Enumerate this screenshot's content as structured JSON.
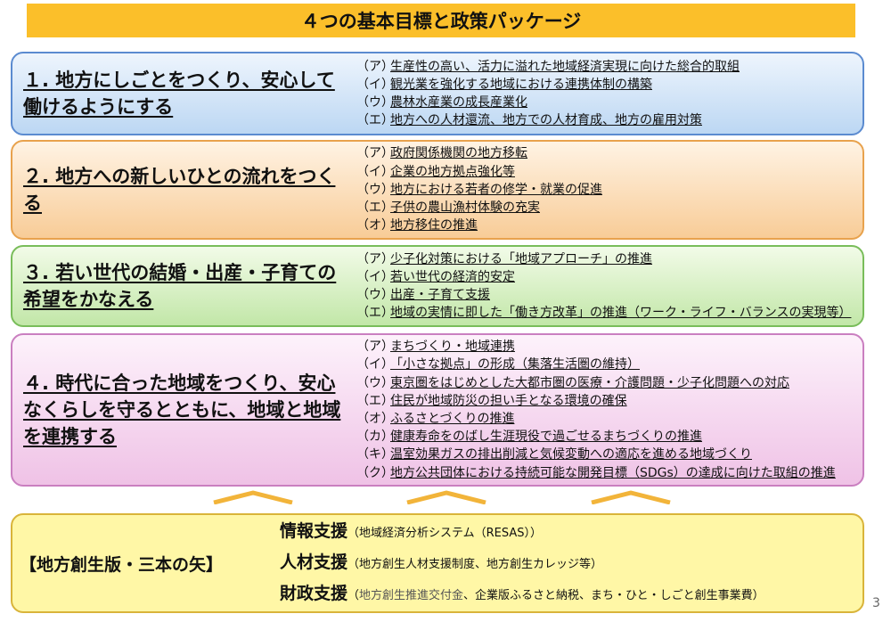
{
  "title": "４つの基本目標と政策パッケージ",
  "goals": [
    {
      "title": "１. 地方にしごとをつくり、安心して働けるようにする",
      "items": [
        {
          "mark": "（ア）",
          "text": "生産性の高い、活力に溢れた地域経済実現に向けた総合的取組"
        },
        {
          "mark": "（イ）",
          "text": "観光業を強化する地域における連携体制の構築"
        },
        {
          "mark": "（ウ）",
          "text": "農林水産業の成長産業化"
        },
        {
          "mark": "（エ）",
          "text": "地方への人材還流、地方での人材育成、地方の雇用対策"
        }
      ]
    },
    {
      "title": "２. 地方への新しいひとの流れをつくる",
      "items": [
        {
          "mark": "（ア）",
          "text": "政府関係機関の地方移転"
        },
        {
          "mark": "（イ）",
          "text": "企業の地方拠点強化等"
        },
        {
          "mark": "（ウ）",
          "text": "地方における若者の修学・就業の促進"
        },
        {
          "mark": "（エ）",
          "text": "子供の農山漁村体験の充実"
        },
        {
          "mark": "（オ）",
          "text": "地方移住の推進"
        }
      ]
    },
    {
      "title": "３. 若い世代の結婚・出産・子育ての希望をかなえる",
      "items": [
        {
          "mark": "（ア）",
          "text": "少子化対策における「地域アプローチ」の推進"
        },
        {
          "mark": "（イ）",
          "text": "若い世代の経済的安定"
        },
        {
          "mark": "（ウ）",
          "text": "出産・子育て支援"
        },
        {
          "mark": "（エ）",
          "text": "地域の実情に即した「働き方改革」の推進（ワーク・ライフ・バランスの実現等）"
        }
      ]
    },
    {
      "title": "４. 時代に合った地域をつくり、安心なくらしを守るとともに、地域と地域を連携する",
      "items": [
        {
          "mark": "（ア）",
          "text": "まちづくり・地域連携"
        },
        {
          "mark": "（イ）",
          "text": "「小さな拠点」の形成（集落生活圏の維持）"
        },
        {
          "mark": "（ウ）",
          "text": "東京圏をはじめとした大都市圏の医療・介護問題・少子化問題への対応"
        },
        {
          "mark": "（エ）",
          "text": "住民が地域防災の担い手となる環境の確保"
        },
        {
          "mark": "（オ）",
          "text": "ふるさとづくりの推進"
        },
        {
          "mark": "（カ）",
          "text": "健康寿命をのばし生涯現役で過ごせるまちづくりの推進"
        },
        {
          "mark": "（キ）",
          "text": "温室効果ガスの排出削減と気候変動への適応を進める地域づくり"
        },
        {
          "mark": "（ク）",
          "text": "地方公共団体における持続可能な開発目標（SDGs）の達成に向けた取組の推進"
        }
      ]
    }
  ],
  "support": {
    "label": "【地方創生版・三本の矢】",
    "items": [
      {
        "name": "情報支援",
        "detail": "（地域経済分析システム（RESAS））"
      },
      {
        "name": "人材支援",
        "detail": "（地方創生人材支援制度、地方創生カレッジ等）"
      },
      {
        "name": "財政支援",
        "detail_open": "（",
        "detail_gray": "地方創生推進交付金",
        "detail_rest": "、企業版ふるさと納税、まち・ひと・しごと創生事業費）"
      }
    ]
  },
  "page_number": "3",
  "colors": {
    "title_bar": "#fbbf2a",
    "goal1": "#bcd7f3",
    "goal2": "#f8cc97",
    "goal3": "#c2e7a8",
    "goal4": "#efc2e6",
    "support_box": "#fff7a6",
    "arrow": "#f2b43a"
  }
}
